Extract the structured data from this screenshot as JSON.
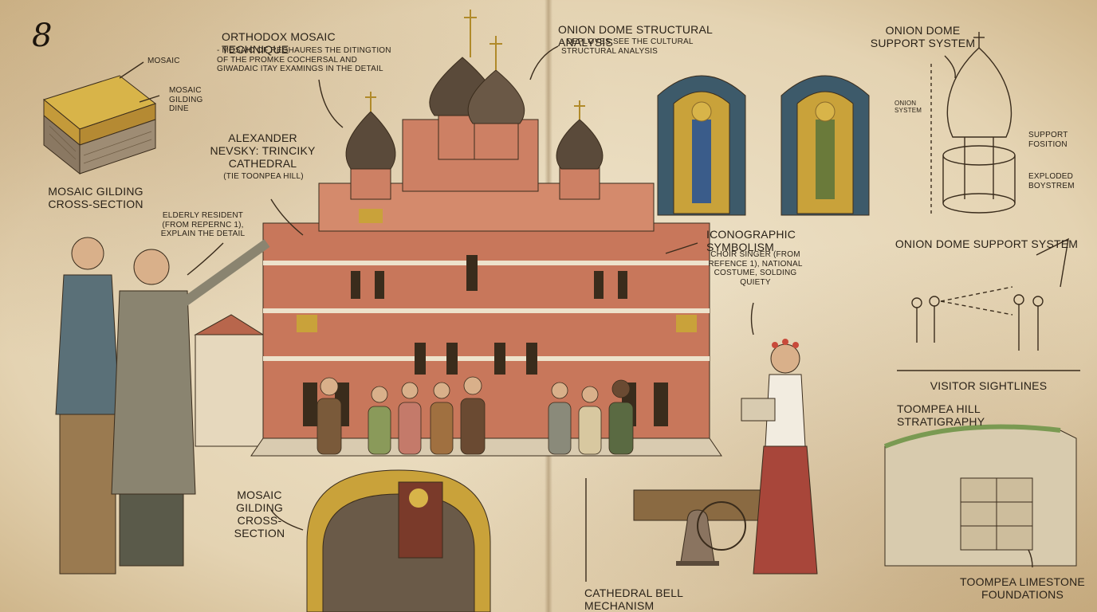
{
  "page_number": "8",
  "labels": {
    "orthodox_title": "ORTHODOX MOSAIC TECHNIQUE",
    "orthodox_note": "- MOSAIC OF REGHAURES THE DITINGTION OF THE PROMKE COCHERSAL AND GIWADAIC ITAY EXAMINGS IN THE DETAIL",
    "onion_structural_title": "ONION DOME STRUCTURAL ANALYSIS",
    "onion_structural_note": "- DEPLOYES SEE THE CULTURAL STRUCTURAL ANALYSIS",
    "onion_support_title": "ONION DOME SUPPORT SYSTEM",
    "onion_system": "ONION SYSTEM",
    "support_fosition": "SUPPORT FOSITION",
    "exploded_boystrem": "EXPLODED BOYSTREM",
    "onion_support_caption": "ONION DOME SUPPORT SYSTEM",
    "mosaic_small": "MOSAIC",
    "mosaic_gilding_dine": "MOSAIC GILDING DINE",
    "mosaic_cross_section_1": "MOSAIC GILDING CROSS-SECTION",
    "cathedral_name": "ALEXANDER NEVSKY: TRINCIKY CATHEDRAL",
    "cathedral_location": "(TIE TOONPEA HILL)",
    "elderly_resident": "ELDERLY RESIDENT (FROM REPERNC 1), EXPLAIN THE DETAIL",
    "iconographic": "ICONOGRAPHIC SYMBOLISM",
    "choir_singer": "CHOIR SINGER (FROM REFENCE 1), NATIONAL COSTUME, SOLDING QUIETY",
    "visitor_sightlines": "VISITOR SIGHTLINES",
    "toompea_stratigraphy": "TOOMPEA HILL STRATIGRAPHY",
    "mosaic_cross_section_2": "MOSAIC GILDING CROSS-SECTION",
    "bell_mechanism": "CATHEDRAL BELL MECHANISM",
    "limestone_foundations": "TOOMPEA LIMESTONE FOUNDATIONS"
  },
  "colors": {
    "paper": "#e9dcc0",
    "ink": "#3a2c1c",
    "brick": "#b5634a",
    "gold": "#c9a23a",
    "dome": "#5a4a3a"
  }
}
